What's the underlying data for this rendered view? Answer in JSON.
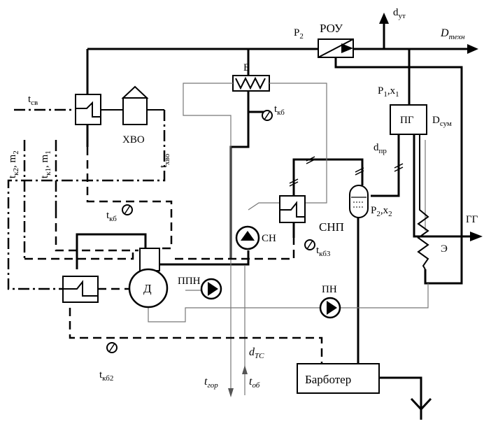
{
  "labels": {
    "rou": "РОУ",
    "p2_top": "P",
    "p2_top_sub": "2",
    "d_ut": "d",
    "d_ut_sub": "ут",
    "d_tekhn": "D",
    "d_tekhn_sub": "техн",
    "b": "Б",
    "t_kb_top": "t",
    "t_kb_top_sub": "кб",
    "p1x1": "P",
    "p1x1_sub": "1",
    "p1x1_tail": ",x",
    "p1x1_tail_sub": "1",
    "pg": "ПГ",
    "d_sum": "D",
    "d_sum_sub": "сум",
    "d_pr": "d",
    "d_pr_sub": "пр",
    "t_sv": "t",
    "t_sv_sub": "св",
    "khvo": "ХВО",
    "t_khvo": "t",
    "t_khvo_sub": "хво",
    "t_k2_m2": "t",
    "t_k2_m2_sub": "к2",
    "t_k2_m2_tail": ", m",
    "t_k2_m2_tail_sub": "2",
    "t_k1_m1": "t",
    "t_k1_m1_sub": "к1",
    "t_k1_m1_tail": ", m",
    "t_k1_m1_tail_sub": "1",
    "t_kb_mid": "t",
    "t_kb_mid_sub": "кб",
    "sn": "СН",
    "snp": "СНП",
    "p2x2": "P",
    "p2x2_sub": "2",
    "p2x2_tail": ",x",
    "p2x2_tail_sub": "2",
    "gg": "ГГ",
    "e": "Э",
    "t_kb3": "t",
    "t_kb3_sub": "кб3",
    "ppn": "ППН",
    "d": "Д",
    "pn": "ПН",
    "t_kb2": "t",
    "t_kb2_sub": "кб2",
    "d_ts": "d",
    "d_ts_sub": "TC",
    "t_gor": "t",
    "t_gor_sub": "гор",
    "t_ob": "t",
    "t_ob_sub": "об",
    "barboter": "Барботер"
  }
}
